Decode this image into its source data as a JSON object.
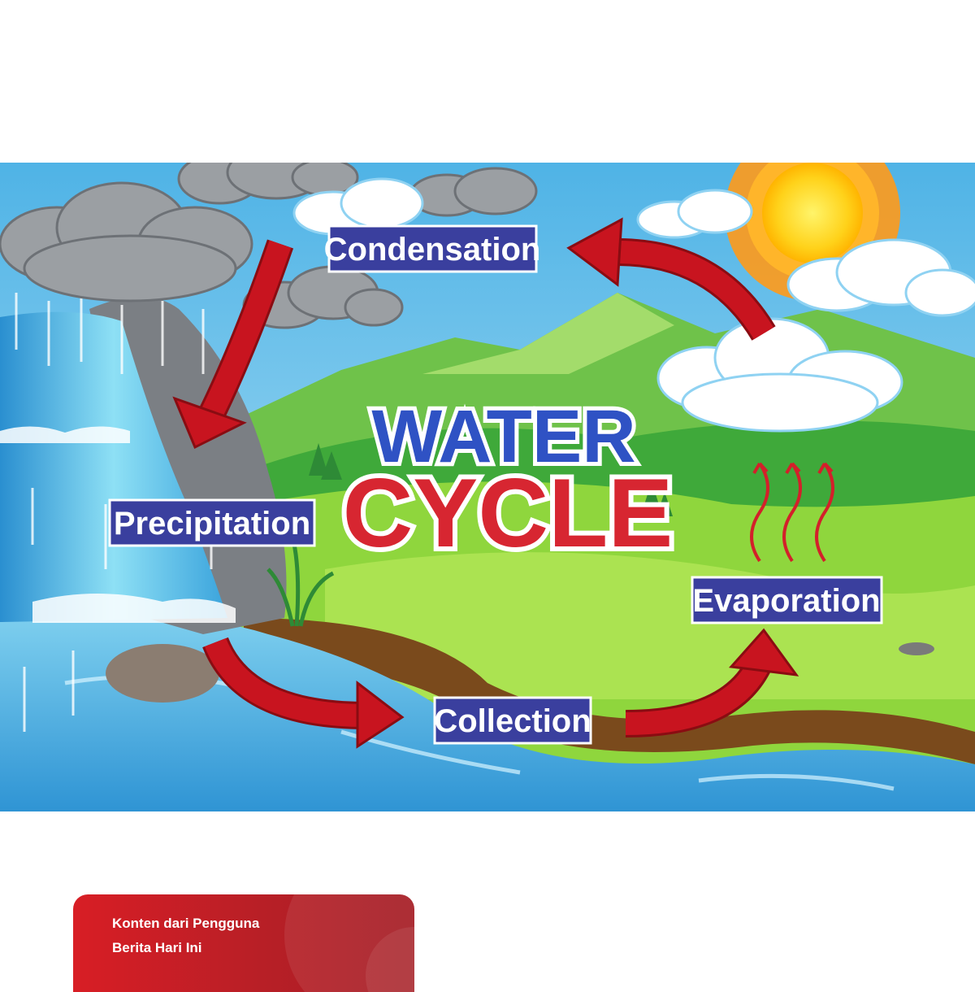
{
  "diagram": {
    "title_line1": "WATER",
    "title_line2": "CYCLE",
    "stages": {
      "condensation": "Condensation",
      "precipitation": "Precipitation",
      "collection": "Collection",
      "evaporation": "Evaporation"
    },
    "colors": {
      "label_bg": "#3a3f9e",
      "arrow": "#c8141f",
      "title_blue": "#2f52c4",
      "title_red": "#d72631"
    }
  },
  "source_card": {
    "line1": "Konten dari Pengguna",
    "line2": "Berita Hari Ini"
  }
}
